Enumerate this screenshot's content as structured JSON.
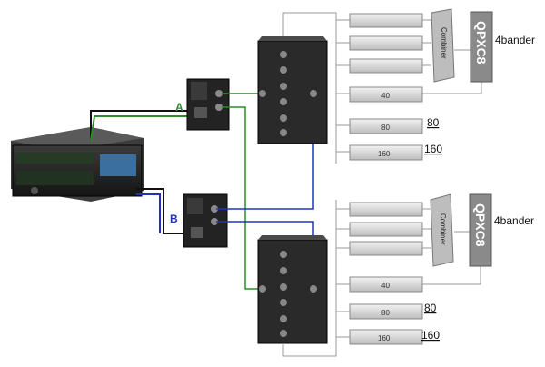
{
  "labels": {
    "link_a": "A",
    "link_b": "B",
    "qpxc8_top": "QPXC8",
    "qpxc8_bottom": "QPXC8",
    "fourbander_top": "4bander",
    "fourbander_bottom": "4bander",
    "combiner_top": "Combiner",
    "combiner_bottom": "Combiner",
    "band_40_top": "40",
    "band_80_top_amp": "80",
    "band_160_top_amp": "160",
    "band_80_top_ext": "80",
    "band_160_top_ext": "160",
    "band_40_bottom": "40",
    "band_80_bottom_amp": "80",
    "band_160_bottom_amp": "160",
    "band_80_bottom_ext": "80",
    "band_160_bottom_ext": "160"
  },
  "colors": {
    "link_a": "#2e8b2e",
    "link_b": "#2233bb",
    "cable_black": "#111111",
    "device_dark": "#2a2a2a",
    "amp_light": "#d8d8d8",
    "qpx_box": "#8a8a8a",
    "combiner_box": "#b5b5b5"
  }
}
